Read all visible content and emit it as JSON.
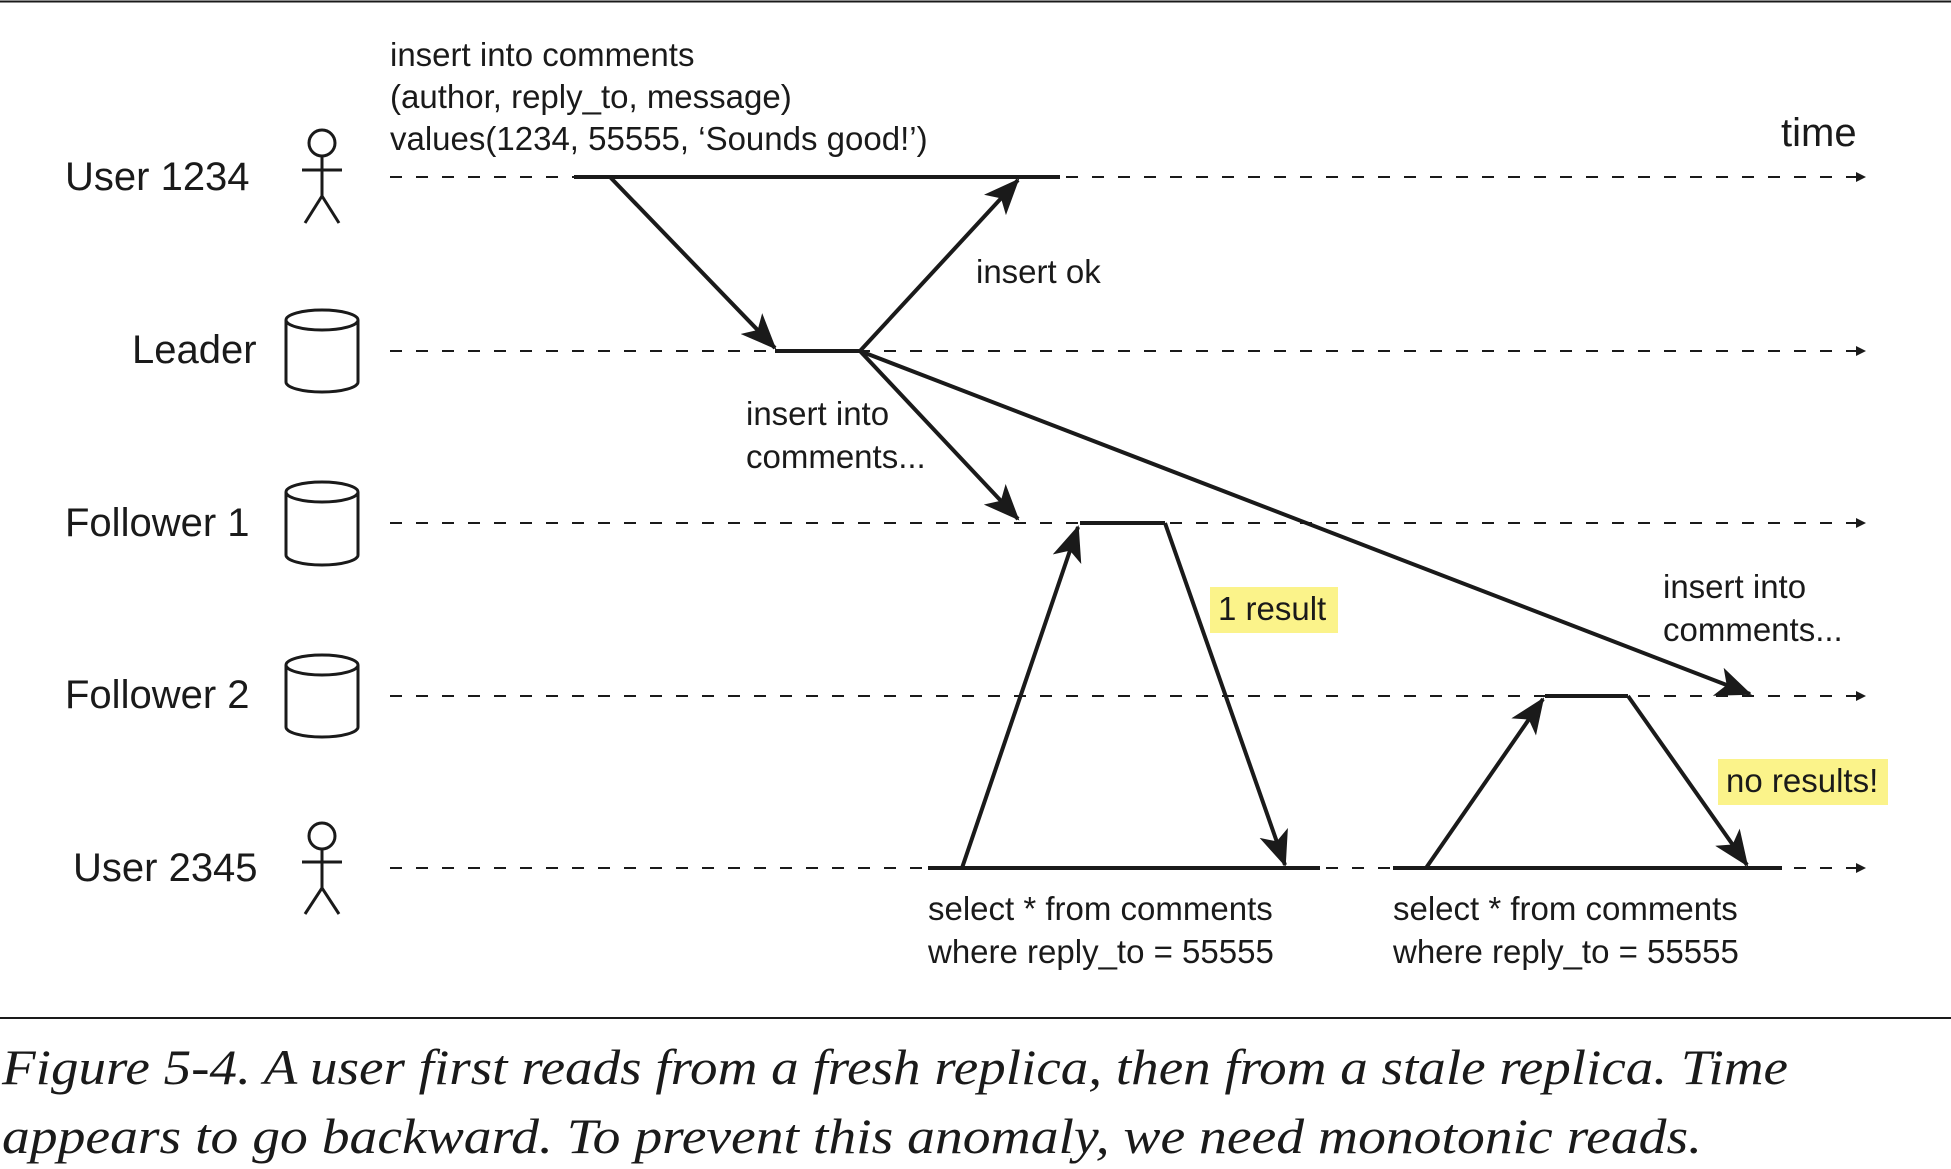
{
  "lanes": [
    {
      "label": "User 1234",
      "icon": "stick-figure-icon"
    },
    {
      "label": "Leader",
      "icon": "database-icon"
    },
    {
      "label": "Follower 1",
      "icon": "database-icon"
    },
    {
      "label": "Follower 2",
      "icon": "database-icon"
    },
    {
      "label": "User 2345",
      "icon": "stick-figure-icon"
    }
  ],
  "time_label": "time",
  "insert_query": [
    "insert into comments",
    "(author, reply_to, message)",
    "values(1234, 55555, ‘Sounds good!’)"
  ],
  "insert_ok": "insert ok",
  "replication_f1": [
    "insert into",
    "comments..."
  ],
  "replication_f2": [
    "insert into",
    "comments..."
  ],
  "result_1": "1 result",
  "result_2": "no results!",
  "select_query_1": [
    "select * from comments",
    "where reply_to = 55555"
  ],
  "select_query_2": [
    "select * from comments",
    "where reply_to = 55555"
  ],
  "caption": [
    "Figure 5-4. A user first reads from a fresh replica, then from a stale replica. Time",
    "appears to go backward. To prevent this anomaly, we need monotonic reads."
  ],
  "colors": {
    "highlight": "#fbf38a",
    "ink": "#1a1a1a"
  }
}
